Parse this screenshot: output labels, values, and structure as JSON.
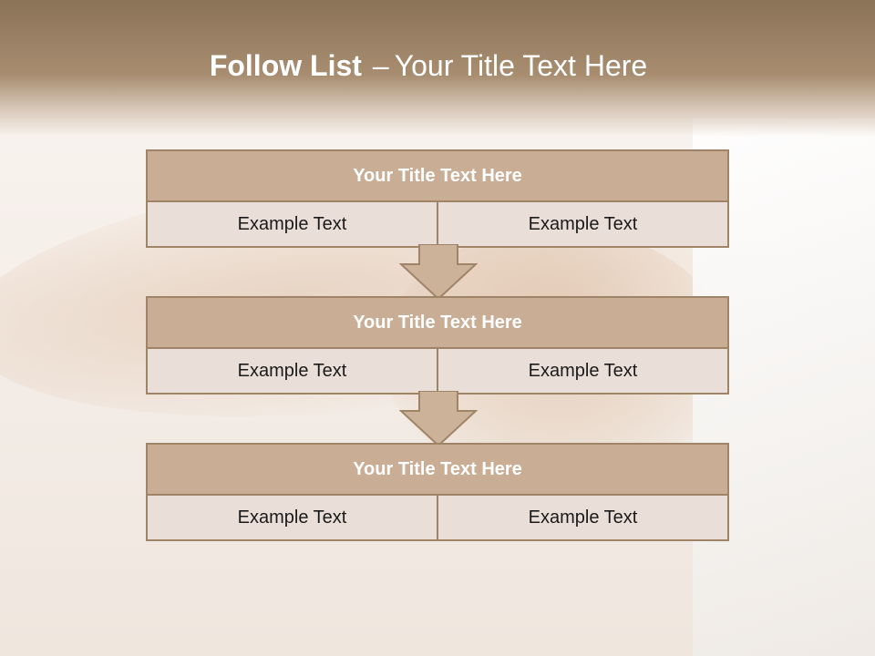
{
  "title": {
    "bold": "Follow List",
    "separator": "–",
    "rest": "Your Title Text Here"
  },
  "blocks": [
    {
      "heading": "Your Title Text Here",
      "left": "Example Text",
      "right": "Example Text"
    },
    {
      "heading": "Your Title Text Here",
      "left": "Example Text",
      "right": "Example Text"
    },
    {
      "heading": "Your Title Text Here",
      "left": "Example Text",
      "right": "Example Text"
    }
  ],
  "colors": {
    "header": "#9c8063",
    "box_head": "#c9ad95",
    "box_body": "#eadfd8",
    "border": "#a08468"
  }
}
